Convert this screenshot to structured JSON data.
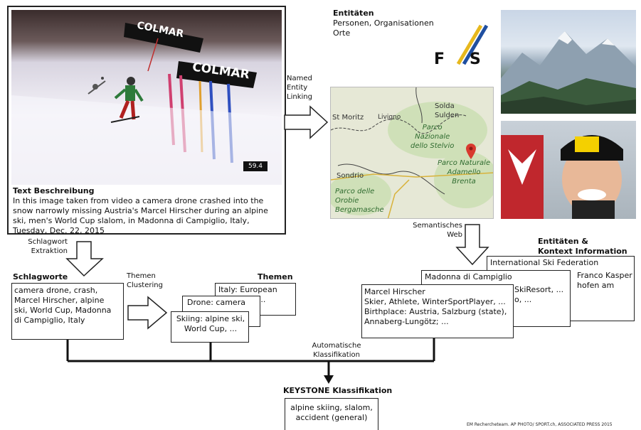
{
  "source": {
    "title": "Text Beschreibung",
    "description": "In this image taken from video a camera drone crashed into the snow narrowly missing Austria's Marcel Hirscher during an alpine ski, men's World Cup slalom, in Madonna di Campiglio, Italy, Tuesday, Dec. 22, 2015",
    "banner_text_1": "COLMAR",
    "banner_text_2": "COLMAR",
    "timer_text": "59.4"
  },
  "ner_label": "Named\nEntity\nLinking",
  "entities": {
    "title": "Entitäten",
    "line1": "Personen, Organisationen",
    "line2": "Orte",
    "logo_text": "F/S"
  },
  "map": {
    "labels": [
      "Solda\nSulden",
      "St Moritz",
      "Livigno",
      "Parco\nNazionale\ndello Stelvio",
      "Parco Naturale\nAdamello\nBrenta",
      "Sondrio",
      "Parco delle\nOrobie\nBergamasche"
    ]
  },
  "semantic_web_label": "Semantisches\nWeb",
  "context": {
    "title": "Entitäten &\nKontext Information",
    "card_back": {
      "line1": "International Ski Federation",
      "line2": "Franco Kasper",
      "line3": "hofen am"
    },
    "card_mid": {
      "line1": "Madonna di Campiglio",
      "line2": "SkiResort, ...",
      "line3": "o, ..."
    },
    "card_front": "Marcel Hirscher\nSkier, Athlete, WinterSportPlayer, ...\nBirthplace: Austria, Salzburg (state),\nAnnaberg-Lungötz; ..."
  },
  "keyword_extraction_label": "Schlagwort\nExtraktion",
  "keywords": {
    "title": "Schlagworte",
    "text": "camera drone, crash,\nMarcel Hirscher, alpine\nski, World Cup, Madonna\ndi Campiglio, Italy"
  },
  "clustering_label": "Themen\nClustering",
  "topics": {
    "title": "Themen",
    "card_back": "Italy: European\n          up, ...",
    "card_mid": "Drone: camera",
    "card_front": "Skiing: alpine ski,\nWorld Cup, ..."
  },
  "auto_class_label": "Automatische\nKlassifikation",
  "keystone": {
    "title": "KEYSTONE Klassifikation",
    "result": "alpine skiing, slalom,\naccident (general)"
  },
  "credit": "EM Rechercheteam. AP PHOTO/ SPORT.ch, ASSOCIATED PRESS 2015"
}
